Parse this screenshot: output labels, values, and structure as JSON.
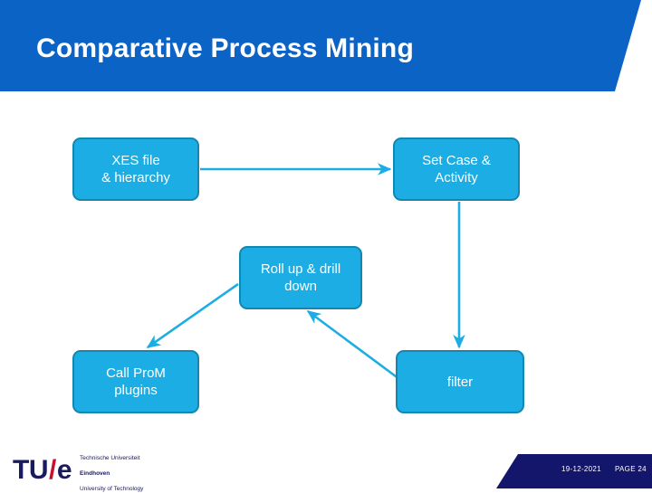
{
  "slide": {
    "title": "Comparative Process Mining",
    "accent_blue": "#0B63C5",
    "node_fill": "#1CADE4",
    "node_border": "#1487B0",
    "connector_color": "#1CADE4",
    "footer_navy": "#14166B"
  },
  "diagram": {
    "nodes": [
      {
        "id": "xes",
        "label": "XES  file\n& hierarchy"
      },
      {
        "id": "setcase",
        "label": "Set Case &\nActivity"
      },
      {
        "id": "rollup",
        "label": "Roll up & drill\ndown"
      },
      {
        "id": "callprom",
        "label": "Call ProM\nplugins"
      },
      {
        "id": "filter",
        "label": "filter"
      }
    ],
    "connectors": [
      {
        "from": "xes",
        "to": "setcase",
        "style": "horizontal-arrow"
      },
      {
        "from": "setcase",
        "to": "filter",
        "style": "vertical-arrow"
      },
      {
        "from": "filter",
        "to": "rollup",
        "style": "diagonal-arrow"
      },
      {
        "from": "rollup",
        "to": "callprom",
        "style": "diagonal-arrow"
      }
    ]
  },
  "footer": {
    "logo_tu": "TU",
    "logo_slash": "/",
    "logo_e": "e",
    "logo_subtitle": "Technische Universiteit",
    "logo_subtitle_bold": "Eindhoven",
    "logo_subtitle_line3": "University of Technology",
    "date": "19-12-2021",
    "page": "PAGE 24"
  }
}
